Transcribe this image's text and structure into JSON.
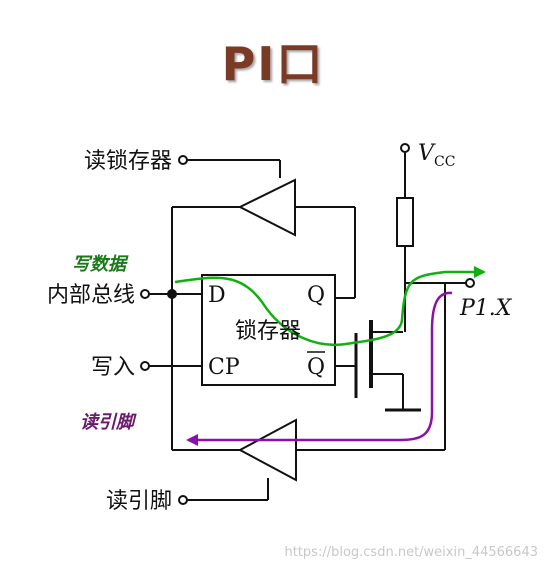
{
  "title": "PI口",
  "labels": {
    "read_latch": "读锁存器",
    "internal_bus": "内部总线",
    "write": "写入",
    "read_pin": "读引脚",
    "latch": "锁存器",
    "d": "D",
    "q": "Q",
    "cp": "CP",
    "qbar": "Q",
    "vcc_v": "V",
    "vcc_sub": "CC",
    "pin": "P1.X"
  },
  "annotations": {
    "write_data": "写数据",
    "read_pin": "读引脚"
  },
  "colors": {
    "title": "#7b3a26",
    "write_path": "#10b010",
    "read_path": "#8a10a8",
    "write_label": "#1a7a1a",
    "read_label": "#6a1a6a"
  },
  "watermark": "https://blog.csdn.net/weixin_44566643"
}
